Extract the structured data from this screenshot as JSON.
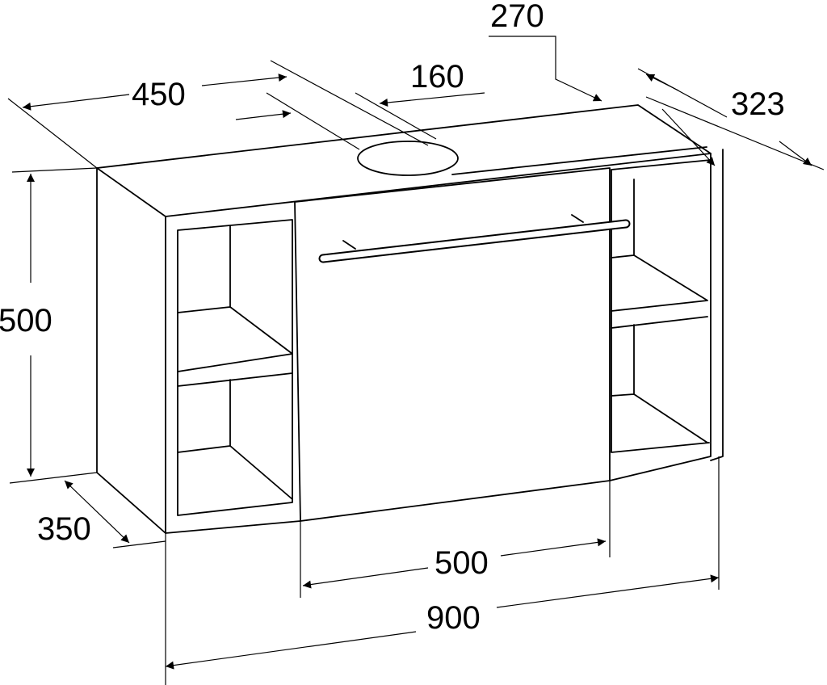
{
  "drawing": {
    "type": "vanity cabinet dimension drawing",
    "dimensions": {
      "width_top_left": "450",
      "sink_width": "160",
      "sink_offset": "270",
      "depth_right": "323",
      "height": "500",
      "depth_bottom": "350",
      "door_width": "500",
      "total_width": "900"
    }
  }
}
